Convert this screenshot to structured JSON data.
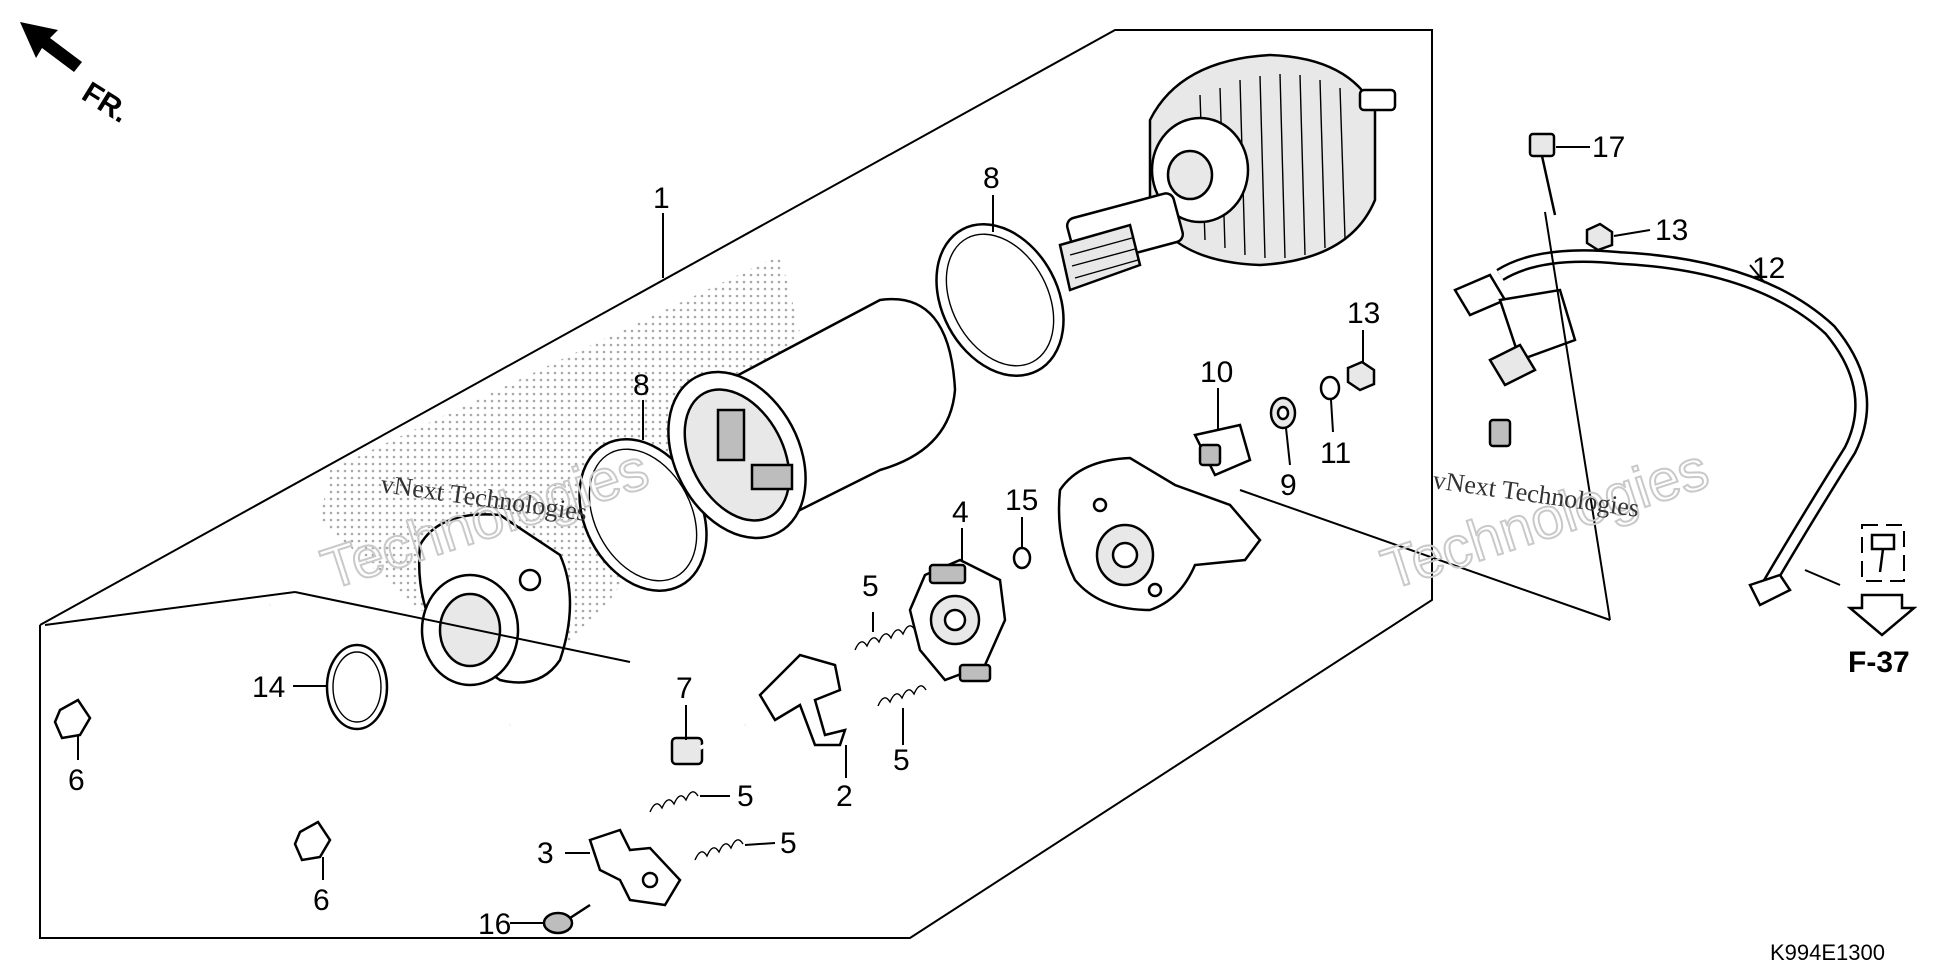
{
  "header": {
    "orientation_label": "FR."
  },
  "diagram_code": "K994E1300",
  "page_ref": "F-37",
  "watermark": {
    "line1": "vNext Technologies",
    "line2": "Technologies"
  },
  "callouts": [
    {
      "id": "c1",
      "text": "1"
    },
    {
      "id": "c8a",
      "text": "8"
    },
    {
      "id": "c8b",
      "text": "8"
    },
    {
      "id": "c14",
      "text": "14"
    },
    {
      "id": "c6a",
      "text": "6"
    },
    {
      "id": "c6b",
      "text": "6"
    },
    {
      "id": "c7",
      "text": "7"
    },
    {
      "id": "c5a",
      "text": "5"
    },
    {
      "id": "c5b",
      "text": "5"
    },
    {
      "id": "c5c",
      "text": "5"
    },
    {
      "id": "c5d",
      "text": "5"
    },
    {
      "id": "c2",
      "text": "2"
    },
    {
      "id": "c3",
      "text": "3"
    },
    {
      "id": "c16",
      "text": "16"
    },
    {
      "id": "c4",
      "text": "4"
    },
    {
      "id": "c15",
      "text": "15"
    },
    {
      "id": "c10",
      "text": "10"
    },
    {
      "id": "c9",
      "text": "9"
    },
    {
      "id": "c11",
      "text": "11"
    },
    {
      "id": "c13a",
      "text": "13"
    },
    {
      "id": "c13b",
      "text": "13"
    },
    {
      "id": "c17",
      "text": "17"
    },
    {
      "id": "c12",
      "text": "12"
    }
  ]
}
